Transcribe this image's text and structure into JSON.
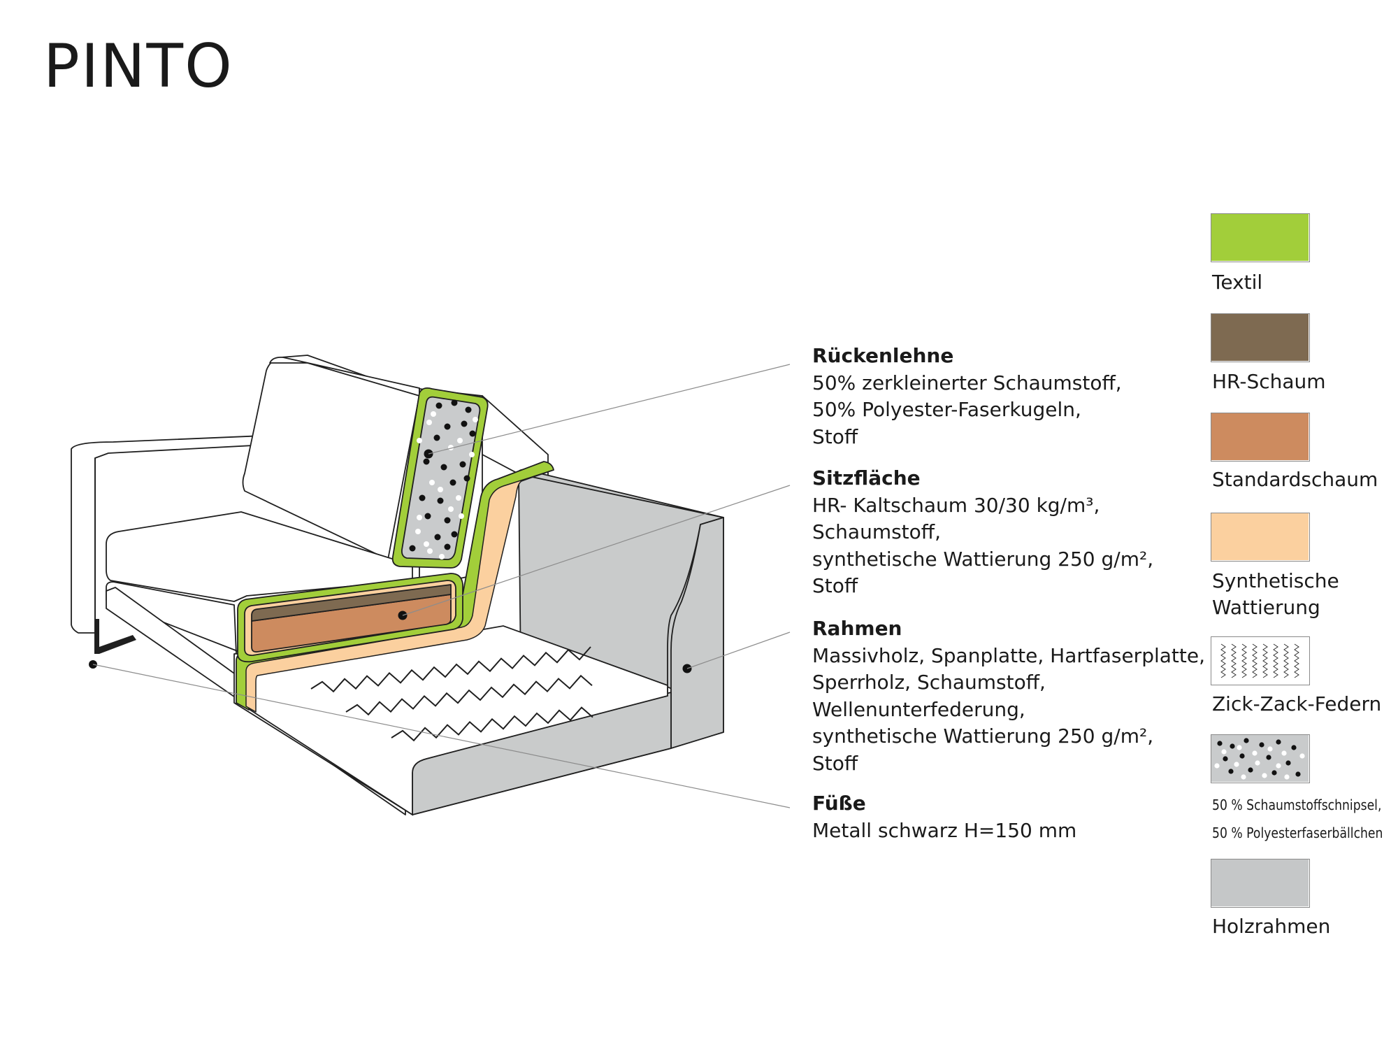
{
  "title": "PINTO",
  "annotations": [
    {
      "heading": "Rückenlehne",
      "lines": [
        "50% zerkleinerter Schaumstoff,",
        "50% Polyester-Faserkugeln,",
        "Stoff"
      ]
    },
    {
      "heading": "Sitzfläche",
      "lines": [
        "HR- Kaltschaum 30/30 kg/m³,",
        "Schaumstoff,",
        "synthetische Wattierung 250 g/m²,",
        "Stoff"
      ]
    },
    {
      "heading": "Rahmen",
      "lines": [
        "Massivholz, Spanplatte, Hartfaserplatte,",
        "Sperrholz, Schaumstoff,",
        "Wellenunterfederung,",
        "synthetische Wattierung 250 g/m²,",
        "Stoff"
      ]
    },
    {
      "heading": "Füße",
      "lines": [
        "Metall schwarz H=150 mm"
      ]
    }
  ],
  "legend": [
    {
      "label": "Textil",
      "color": "#a2ce3a",
      "pattern": "solid"
    },
    {
      "label": "HR-Schaum",
      "color": "#7e6a51",
      "pattern": "solid"
    },
    {
      "label": "Standardschaum",
      "color": "#cd8b5f",
      "pattern": "solid"
    },
    {
      "label": "Synthetische Wattierung",
      "lines": [
        "Synthetische",
        "Wattierung"
      ],
      "color": "#fbd09f",
      "pattern": "solid"
    },
    {
      "label": "Zick-Zack-Federn",
      "color": "#ffffff",
      "pattern": "zigzag-springs"
    },
    {
      "label": "50 % Schaumstoffschnipsel, 50 % Polyesterfaserbällchen",
      "lines": [
        "50 % Schaumstoffschnipsel,",
        "50 % Polyesterfaserbällchen"
      ],
      "color": "#c9cbcc",
      "pattern": "dots"
    },
    {
      "label": "Holzrahmen",
      "color": "#c5c7c8",
      "pattern": "solid"
    }
  ],
  "colors": {
    "outline": "#1f1f1f",
    "frame_grey": "#c9cbcb",
    "leader_line": "#8c8c8c",
    "marker": "#111111"
  }
}
